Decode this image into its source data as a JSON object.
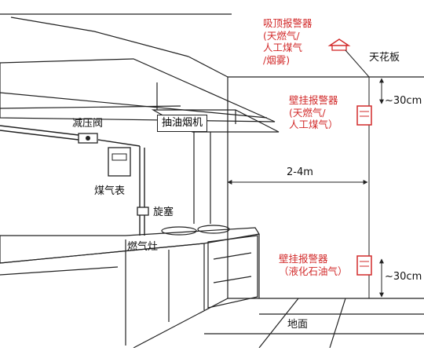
{
  "colors": {
    "accent": "#d22a2a",
    "line": "#222222"
  },
  "labels": {
    "ceiling_detector": [
      "吸顶报警器",
      "(天燃气/",
      "人工煤气",
      "/烟雾)"
    ],
    "ceiling": "天花板",
    "wall_detector_top": [
      "壁挂报警器",
      "(天燃气/",
      "人工煤气）"
    ],
    "wall_detector_bottom": [
      "壁挂报警器",
      "（液化石油气）"
    ],
    "dist_top": "~30cm",
    "dist_bottom": "~30cm",
    "range": "2-4m",
    "pressure_valve": "减压阀",
    "range_hood": "抽油烟机",
    "gas_meter": "煤气表",
    "valve": "旋塞",
    "stove": "燃气灶",
    "floor": "地面"
  },
  "icons": [
    "smoke-detector-icon",
    "wall-detector-icon",
    "gas-meter-icon"
  ]
}
